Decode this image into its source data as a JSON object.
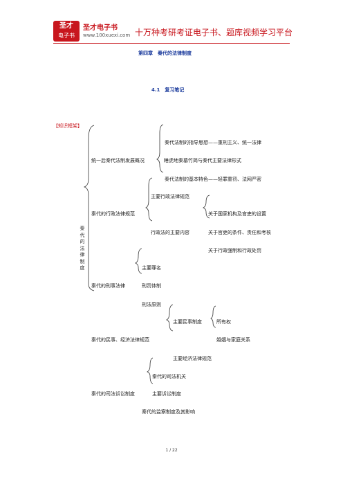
{
  "header": {
    "logo_top": "圣才",
    "logo_bottom": "电子书",
    "brand_name": "圣才电子书",
    "brand_url": "www.100xuexi.com",
    "slogan": "十万种考研考证电子书、题库视频学习平台"
  },
  "chapter_title": "第四章　秦代的法律制度",
  "section_title": "4.1　复习笔记",
  "framework_label": "【知识框架】",
  "root_label": "秦代的法律制度",
  "nodes": {
    "guiding": "秦代法制的指导思想——重刑主义、统一法律",
    "overview": "统一后秦代法制发展概况",
    "sources": "睡虎地秦墓竹简与秦代主要法律形式",
    "basic_features": "秦代法制的基本特色——轻罪重罚、法网严密",
    "admin_norms": "主要行政法律规范",
    "admin_legal": "秦代的行政法律规范",
    "institutions": "关于国家机构及官吏的设置",
    "admin_content": "行政法的主要内容",
    "officials": "关于官吏的条件、责任和考核",
    "coercion": "关于行政强制和行政处罚",
    "crimes": "主要罪名",
    "criminal_law": "秦代的刑事法律",
    "penalty_system": "刑罚体制",
    "penal_principles": "刑法原则",
    "civil_main": "主要民事制度",
    "ownership": "所有权",
    "civil_econ": "秦代的民事、经济法律规范",
    "marriage": "婚姻与家庭关系",
    "econ_main": "主要经济法律规范",
    "judicial_organs": "秦代的司法机关",
    "litigation": "秦代的司法诉讼制度",
    "litigation_main": "主要诉讼制度",
    "supervision": "秦代的监察制度及其影响"
  },
  "footer": {
    "page": "1 / 22"
  }
}
